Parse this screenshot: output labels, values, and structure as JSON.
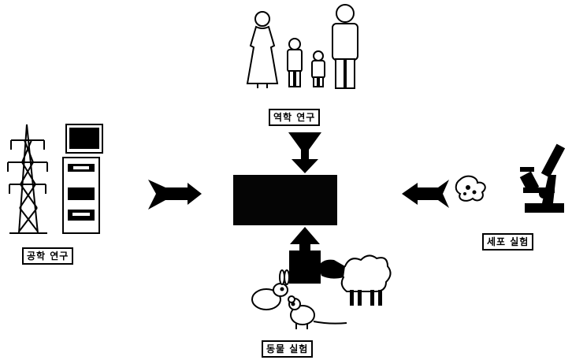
{
  "labels": {
    "epidemiology": "역학 연구",
    "engineering": "공학 연구",
    "cell_experiment": "세포 실험",
    "animal_experiment": "동물 실험"
  },
  "center": {
    "line1": "",
    "line2": ""
  },
  "icons": {
    "top": "family-icon",
    "left": [
      "power-tower-icon",
      "computer-icon"
    ],
    "right": [
      "cell-icon",
      "microscope-icon"
    ],
    "bottom": [
      "rabbit-icon",
      "sheep-icon",
      "mouse-icon"
    ]
  },
  "colors": {
    "ink": "#000000",
    "paper": "#ffffff"
  }
}
